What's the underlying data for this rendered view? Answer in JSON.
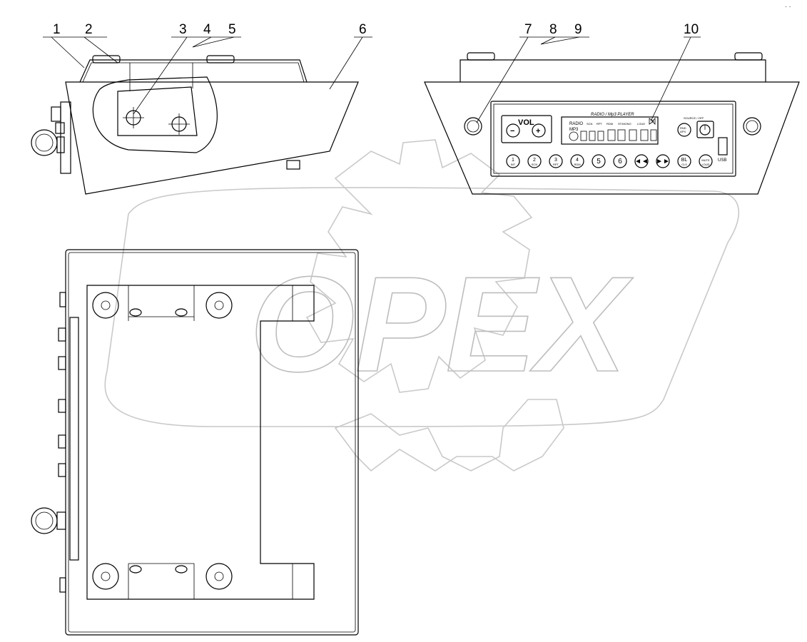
{
  "callouts": [
    "1",
    "2",
    "3",
    "4",
    "5",
    "6",
    "7",
    "8",
    "9",
    "10"
  ],
  "panel": {
    "title": "RADIO / Mp3 PLAYER",
    "vol_label": "VOL",
    "minus": "−",
    "plus": "+",
    "radio": "RADIO",
    "mp3": "MP3",
    "display_labels": [
      "SCN",
      "RPT",
      "RDM",
      "ST/MONO",
      "LOUD"
    ],
    "source_label": "SOURCE / OFF",
    "usb_label": "USB",
    "right_button_labels": [
      "RND",
      "APS"
    ],
    "buttons": [
      {
        "num": "1",
        "sub": "INT"
      },
      {
        "num": "2",
        "sub": "SCN"
      },
      {
        "num": "3",
        "sub": "RPT"
      },
      {
        "num": "4",
        "sub": "RDM"
      },
      {
        "num": "5",
        "sub": ""
      },
      {
        "num": "6",
        "sub": ""
      },
      {
        "num": "◄◄",
        "sub": ""
      },
      {
        "num": "►►",
        "sub": ""
      },
      {
        "num": "BL",
        "sub": "CLS"
      },
      {
        "num": "MUTE",
        "sub": "LOUD"
      }
    ]
  },
  "watermark": "OPEX",
  "corner_mark": "- -"
}
